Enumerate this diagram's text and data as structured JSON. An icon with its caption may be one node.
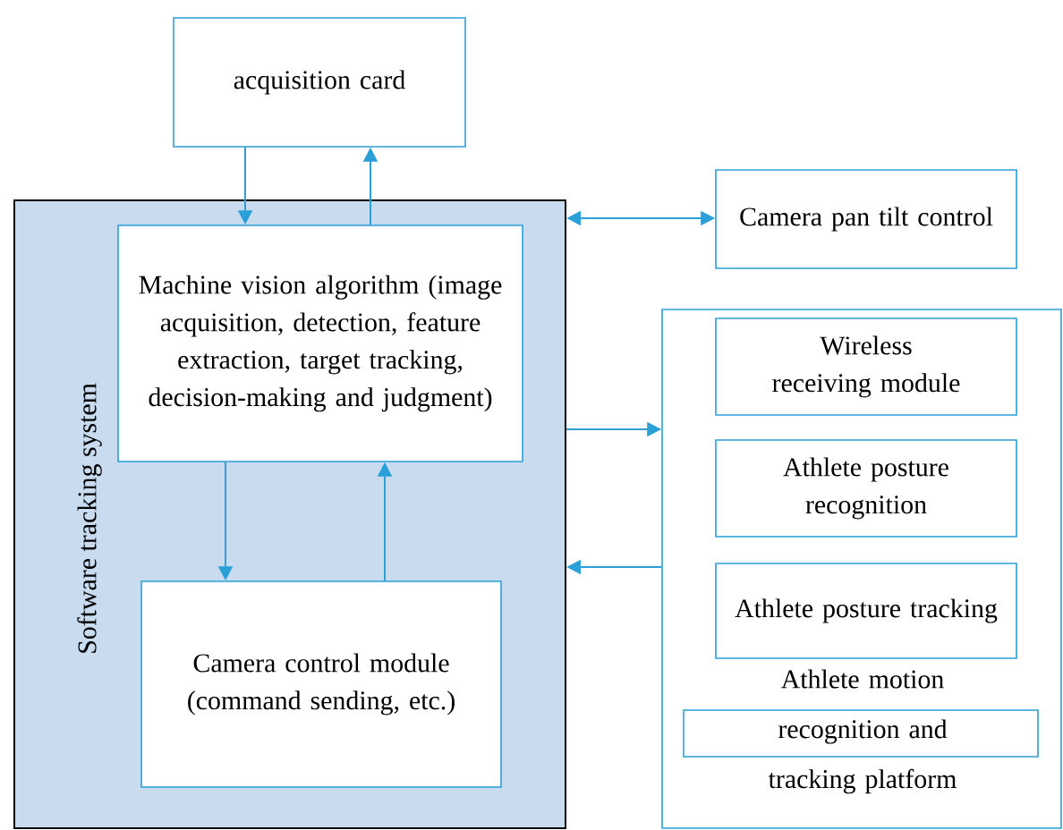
{
  "diagram": {
    "nodes": [
      {
        "text": [
          "acquisition card"
        ]
      },
      {
        "text": [
          "Software tracking system"
        ]
      },
      {
        "text": [
          "Machine vision algorithm (image acquisition, detection, feature extraction, target tracking, decision-making and judgment)"
        ],
        "in": 1
      },
      {
        "text": [
          "Camera control module (command sending, etc.)"
        ],
        "in": 1
      },
      {
        "text": [
          "Camera pan tilt control"
        ]
      },
      {
        "text": [
          "Athlete motion recognition and tracking platform"
        ]
      },
      {
        "text": [
          "Wireless receiving module"
        ],
        "in": 5
      },
      {
        "text": [
          "Athlete posture recognition"
        ],
        "in": 5
      },
      {
        "text": [
          "Athlete posture tracking"
        ],
        "in": 5
      }
    ],
    "edges": [
      {
        "from": 0,
        "to": 2,
        "arrow": "to"
      },
      {
        "from": 2,
        "to": 0,
        "arrow": "to"
      },
      {
        "from": 1,
        "to": 4,
        "arrow": "both"
      },
      {
        "from": 1,
        "to": 5,
        "arrow": "to"
      },
      {
        "from": 5,
        "to": 1,
        "arrow": "to"
      },
      {
        "from": 2,
        "to": 3,
        "arrow": "to"
      },
      {
        "from": 3,
        "to": 2,
        "arrow": "to"
      }
    ]
  }
}
